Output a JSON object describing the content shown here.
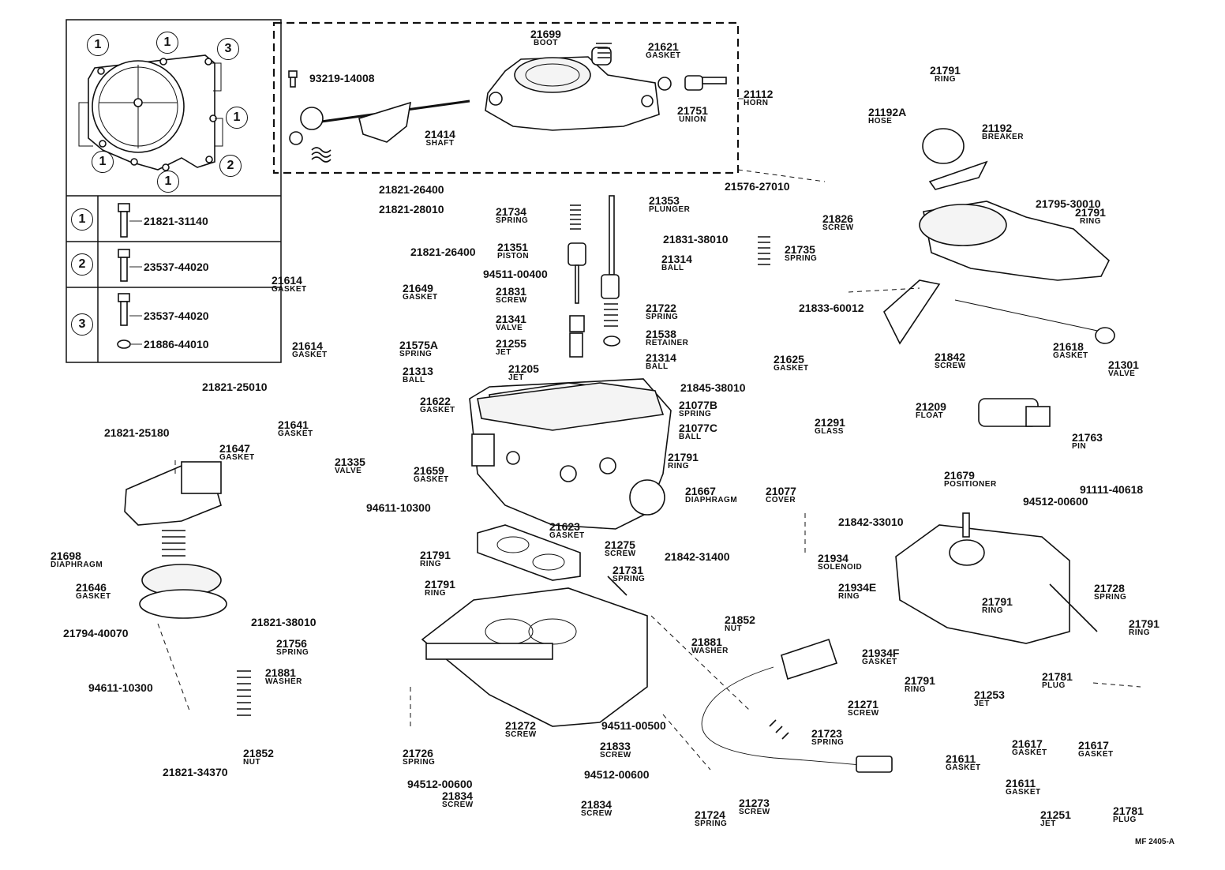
{
  "legend": {
    "rows": [
      {
        "key": "1",
        "parts": [
          "21821-31140"
        ]
      },
      {
        "key": "2",
        "parts": [
          "23537-44020"
        ]
      },
      {
        "key": "3",
        "parts": [
          "23537-44020",
          "21886-44010"
        ]
      }
    ],
    "callouts": [
      "1",
      "1",
      "3",
      "1",
      "2",
      "1",
      "1"
    ]
  },
  "labels": [
    {
      "id": "21699",
      "num": "21699",
      "name": "BOOT"
    },
    {
      "id": "21621",
      "num": "21621",
      "name": "GASKET"
    },
    {
      "id": "93219-14008",
      "num": "93219-14008",
      "name": ""
    },
    {
      "id": "21112",
      "num": "21112",
      "name": "HORN"
    },
    {
      "id": "21751",
      "num": "21751",
      "name": "UNION"
    },
    {
      "id": "21414",
      "num": "21414",
      "name": "SHAFT"
    },
    {
      "id": "21791a",
      "num": "21791",
      "name": "RING"
    },
    {
      "id": "21192A",
      "num": "21192A",
      "name": "HOSE"
    },
    {
      "id": "21192",
      "num": "21192",
      "name": "BREAKER"
    },
    {
      "id": "21576-27010",
      "num": "21576-27010",
      "name": ""
    },
    {
      "id": "21795-30010",
      "num": "21795-30010",
      "name": ""
    },
    {
      "id": "21791b",
      "num": "21791",
      "name": "RING"
    },
    {
      "id": "21826",
      "num": "21826",
      "name": "SCREW"
    },
    {
      "id": "21821-26400a",
      "num": "21821-26400",
      "name": ""
    },
    {
      "id": "21821-28010",
      "num": "21821-28010",
      "name": ""
    },
    {
      "id": "21734",
      "num": "21734",
      "name": "SPRING"
    },
    {
      "id": "21353",
      "num": "21353",
      "name": "PLUNGER"
    },
    {
      "id": "21831-38010",
      "num": "21831-38010",
      "name": ""
    },
    {
      "id": "21821-26400b",
      "num": "21821-26400",
      "name": ""
    },
    {
      "id": "21351",
      "num": "21351",
      "name": "PISTON"
    },
    {
      "id": "21314a",
      "num": "21314",
      "name": "BALL"
    },
    {
      "id": "21735",
      "num": "21735",
      "name": "SPRING"
    },
    {
      "id": "94511-00400",
      "num": "94511-00400",
      "name": ""
    },
    {
      "id": "21614a",
      "num": "21614",
      "name": "GASKET"
    },
    {
      "id": "21649",
      "num": "21649",
      "name": "GASKET"
    },
    {
      "id": "21831",
      "num": "21831",
      "name": "SCREW"
    },
    {
      "id": "21722",
      "num": "21722",
      "name": "SPRING"
    },
    {
      "id": "21833-60012",
      "num": "21833-60012",
      "name": ""
    },
    {
      "id": "21341",
      "num": "21341",
      "name": "VALVE"
    },
    {
      "id": "21538",
      "num": "21538",
      "name": "RETAINER"
    },
    {
      "id": "21614b",
      "num": "21614",
      "name": "GASKET"
    },
    {
      "id": "21575A",
      "num": "21575A",
      "name": "SPRING"
    },
    {
      "id": "21255",
      "num": "21255",
      "name": "JET"
    },
    {
      "id": "21314b",
      "num": "21314",
      "name": "BALL"
    },
    {
      "id": "21625",
      "num": "21625",
      "name": "GASKET"
    },
    {
      "id": "21842a",
      "num": "21842",
      "name": "SCREW"
    },
    {
      "id": "21618",
      "num": "21618",
      "name": "GASKET"
    },
    {
      "id": "21313",
      "num": "21313",
      "name": "BALL"
    },
    {
      "id": "21205",
      "num": "21205",
      "name": "JET"
    },
    {
      "id": "21301",
      "num": "21301",
      "name": "VALVE"
    },
    {
      "id": "21821-25010",
      "num": "21821-25010",
      "name": ""
    },
    {
      "id": "21845-38010",
      "num": "21845-38010",
      "name": ""
    },
    {
      "id": "21622",
      "num": "21622",
      "name": "GASKET"
    },
    {
      "id": "21077B",
      "num": "21077B",
      "name": "SPRING"
    },
    {
      "id": "21209",
      "num": "21209",
      "name": "FLOAT"
    },
    {
      "id": "21641",
      "num": "21641",
      "name": "GASKET"
    },
    {
      "id": "21077C",
      "num": "21077C",
      "name": "BALL"
    },
    {
      "id": "21291",
      "num": "21291",
      "name": "GLASS"
    },
    {
      "id": "21821-25180",
      "num": "21821-25180",
      "name": ""
    },
    {
      "id": "21763",
      "num": "21763",
      "name": "PIN"
    },
    {
      "id": "21647",
      "num": "21647",
      "name": "GASKET"
    },
    {
      "id": "21335",
      "num": "21335",
      "name": "VALVE"
    },
    {
      "id": "21791c",
      "num": "21791",
      "name": "RING"
    },
    {
      "id": "21659",
      "num": "21659",
      "name": "GASKET"
    },
    {
      "id": "21679",
      "num": "21679",
      "name": "POSITIONER"
    },
    {
      "id": "91111-40618",
      "num": "91111-40618",
      "name": ""
    },
    {
      "id": "21667",
      "num": "21667",
      "name": "DIAPHRAGM"
    },
    {
      "id": "21077",
      "num": "21077",
      "name": "COVER"
    },
    {
      "id": "94611-10300a",
      "num": "94611-10300",
      "name": ""
    },
    {
      "id": "94512-00600a",
      "num": "94512-00600",
      "name": ""
    },
    {
      "id": "21842-33010",
      "num": "21842-33010",
      "name": ""
    },
    {
      "id": "21623",
      "num": "21623",
      "name": "GASKET"
    },
    {
      "id": "21791d",
      "num": "21791",
      "name": "RING"
    },
    {
      "id": "21275",
      "num": "21275",
      "name": "SCREW"
    },
    {
      "id": "21698",
      "num": "21698",
      "name": "DIAPHRAGM"
    },
    {
      "id": "21842-31400",
      "num": "21842-31400",
      "name": ""
    },
    {
      "id": "21934",
      "num": "21934",
      "name": "SOLENOID"
    },
    {
      "id": "21731",
      "num": "21731",
      "name": "SPRING"
    },
    {
      "id": "21934E",
      "num": "21934E",
      "name": "RING"
    },
    {
      "id": "21791e",
      "num": "21791",
      "name": "RING"
    },
    {
      "id": "21728",
      "num": "21728",
      "name": "SPRING"
    },
    {
      "id": "21646",
      "num": "21646",
      "name": "GASKET"
    },
    {
      "id": "21791f",
      "num": "21791",
      "name": "RING"
    },
    {
      "id": "21852a",
      "num": "21852",
      "name": "NUT"
    },
    {
      "id": "21821-38010",
      "num": "21821-38010",
      "name": ""
    },
    {
      "id": "21791g",
      "num": "21791",
      "name": "RING"
    },
    {
      "id": "21794-40070",
      "num": "21794-40070",
      "name": ""
    },
    {
      "id": "21756",
      "num": "21756",
      "name": "SPRING"
    },
    {
      "id": "21881a",
      "num": "21881",
      "name": "WASHER"
    },
    {
      "id": "21934F",
      "num": "21934F",
      "name": "GASKET"
    },
    {
      "id": "21881b",
      "num": "21881",
      "name": "WASHER"
    },
    {
      "id": "94611-10300b",
      "num": "94611-10300",
      "name": ""
    },
    {
      "id": "21791h",
      "num": "21791",
      "name": "RING"
    },
    {
      "id": "21781a",
      "num": "21781",
      "name": "PLUG"
    },
    {
      "id": "21271",
      "num": "21271",
      "name": "SCREW"
    },
    {
      "id": "21253",
      "num": "21253",
      "name": "JET"
    },
    {
      "id": "21272",
      "num": "21272",
      "name": "SCREW"
    },
    {
      "id": "94511-00500",
      "num": "94511-00500",
      "name": ""
    },
    {
      "id": "21852b",
      "num": "21852",
      "name": "NUT"
    },
    {
      "id": "21726",
      "num": "21726",
      "name": "SPRING"
    },
    {
      "id": "21833",
      "num": "21833",
      "name": "SCREW"
    },
    {
      "id": "21723",
      "num": "21723",
      "name": "SPRING"
    },
    {
      "id": "21617a",
      "num": "21617",
      "name": "GASKET"
    },
    {
      "id": "21617b",
      "num": "21617",
      "name": "GASKET"
    },
    {
      "id": "21611a",
      "num": "21611",
      "name": "GASKET"
    },
    {
      "id": "21821-34370",
      "num": "21821-34370",
      "name": ""
    },
    {
      "id": "94512-00600b",
      "num": "94512-00600",
      "name": ""
    },
    {
      "id": "94512-00600c",
      "num": "94512-00600",
      "name": ""
    },
    {
      "id": "21273",
      "num": "21273",
      "name": "SCREW"
    },
    {
      "id": "21611b",
      "num": "21611",
      "name": "GASKET"
    },
    {
      "id": "21834a",
      "num": "21834",
      "name": "SCREW"
    },
    {
      "id": "21834b",
      "num": "21834",
      "name": "SCREW"
    },
    {
      "id": "21724",
      "num": "21724",
      "name": "SPRING"
    },
    {
      "id": "21251",
      "num": "21251",
      "name": "JET"
    },
    {
      "id": "21781b",
      "num": "21781",
      "name": "PLUG"
    }
  ],
  "footer": {
    "code": "MF 2405-A"
  }
}
